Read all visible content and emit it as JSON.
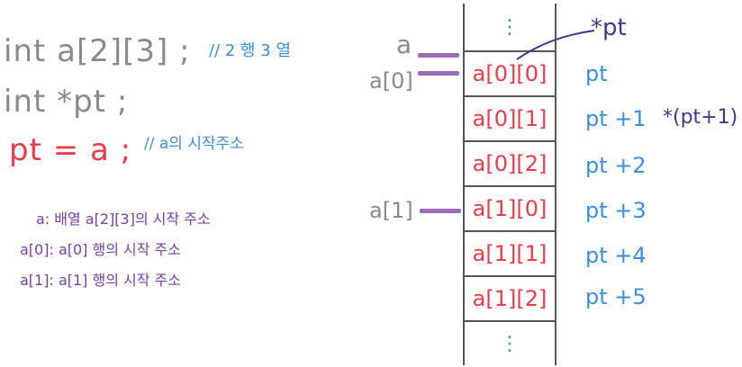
{
  "code": {
    "line1": "int  a[2][3] ;",
    "line1_comment": "// 2 행 3 열",
    "line2": "int *pt ;",
    "line3": "pt = a ;",
    "line3_comment": "// a의 시작주소"
  },
  "notes": [
    "a: 배열 a[2][3]의 시작 주소",
    "a[0]: a[0] 행의 시작 주소",
    "a[1]: a[1] 행의 시작 주소"
  ],
  "labels": {
    "a": "a",
    "a0": "a[0]",
    "a1": "a[1]",
    "deref_top": "*pt",
    "deref_pt1": "*(pt+1)"
  },
  "memory": {
    "top_ellipsis": "⋮",
    "bottom_ellipsis": "⋮",
    "cells": [
      "a[0][0]",
      "a[0][1]",
      "a[0][2]",
      "a[1][0]",
      "a[1][1]",
      "a[1][2]"
    ]
  },
  "pointers": [
    "pt",
    "pt +1",
    "pt +2",
    "pt +3",
    "pt +4",
    "pt +5"
  ],
  "colors": {
    "code": "#8a8a8a",
    "comment": "#3a8fe0",
    "assign": "#ee3b4a",
    "notes": "#7a3fa0",
    "cell_text": "#ee3b4a",
    "pointer": "#3a8fe0",
    "bar": "#9b6bb5"
  }
}
